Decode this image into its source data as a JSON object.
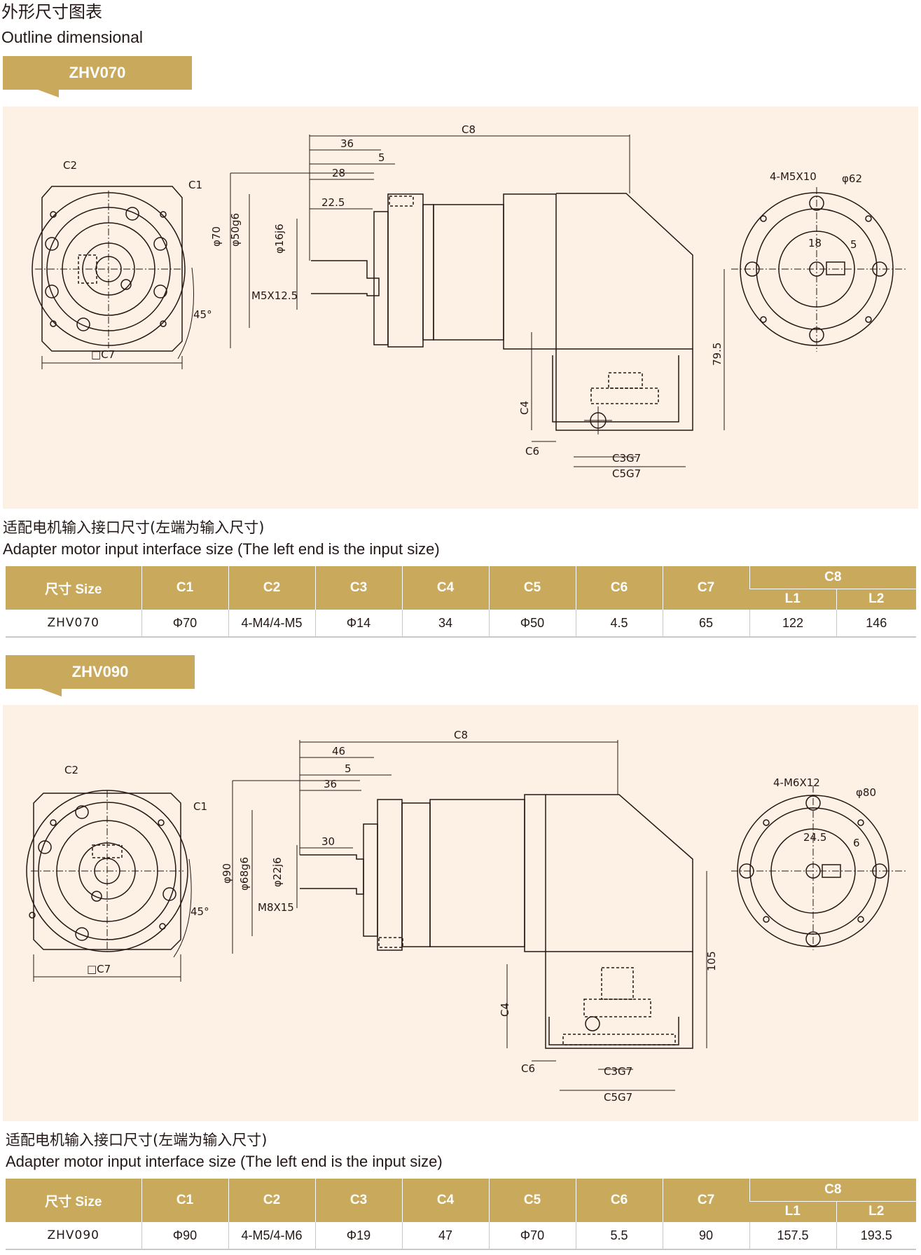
{
  "page": {
    "title_cn": "外形尺寸图表",
    "title_en": "Outline dimensional"
  },
  "sections": [
    {
      "model": "ZHV070",
      "dims": {
        "c8": "C8",
        "d36": "36",
        "d5": "5",
        "d28": "28",
        "d22": "22.5",
        "c2": "C2",
        "c1": "C1",
        "c7": "□C7",
        "a45": "45°",
        "phi70": "φ70",
        "phi50": "φ50g6",
        "phi16": "φ16j6",
        "thread": "M5X12.5",
        "bolt": "4-M5X10",
        "phi62": "φ62",
        "d18": "18",
        "d5b": "5",
        "h": "79.5",
        "c4": "C4",
        "c6": "C6",
        "c3": "C3G7",
        "c5": "C5G7"
      },
      "caption_cn": "适配电机输入接口尺寸(左端为输入尺寸)",
      "caption_en": "Adapter motor input interface size (The left end is the input size)",
      "table": {
        "headers": [
          "尺寸 Size",
          "C1",
          "C2",
          "C3",
          "C4",
          "C5",
          "C6",
          "C7",
          "C8"
        ],
        "sub_headers": [
          "L1",
          "L2"
        ],
        "row": [
          "ZHV070",
          "Φ70",
          "4-M4/4-M5",
          "Φ14",
          "34",
          "Φ50",
          "4.5",
          "65",
          "122",
          "146"
        ]
      }
    },
    {
      "model": "ZHV090",
      "dims": {
        "c8": "C8",
        "d36": "46",
        "d5": "5",
        "d28": "36",
        "d22": "30",
        "c2": "C2",
        "c1": "C1",
        "c7": "□C7",
        "a45": "45°",
        "phi70": "φ90",
        "phi50": "φ68g6",
        "phi16": "φ22j6",
        "thread": "M8X15",
        "bolt": "4-M6X12",
        "phi62": "φ80",
        "d18": "24.5",
        "d5b": "6",
        "h": "105",
        "c4": "C4",
        "c6": "C6",
        "c3": "C3G7",
        "c5": "C5G7"
      },
      "caption_cn": "适配电机输入接口尺寸(左端为输入尺寸)",
      "caption_en": "Adapter motor input interface size (The left end is the input size)",
      "table": {
        "headers": [
          "尺寸 Size",
          "C1",
          "C2",
          "C3",
          "C4",
          "C5",
          "C6",
          "C7",
          "C8"
        ],
        "sub_headers": [
          "L1",
          "L2"
        ],
        "row": [
          "ZHV090",
          "Φ90",
          "4-M5/4-M6",
          "Φ19",
          "47",
          "Φ70",
          "5.5",
          "90",
          "157.5",
          "193.5"
        ]
      }
    }
  ]
}
